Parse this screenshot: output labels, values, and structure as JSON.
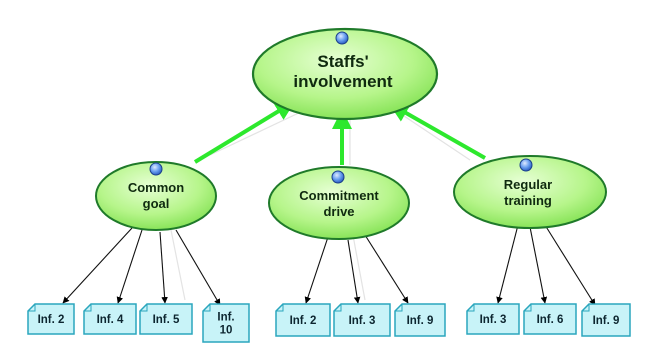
{
  "root": {
    "title_line1": "Staffs'",
    "title_line2": "involvement"
  },
  "factors": [
    {
      "line1": "Common",
      "line2": "goal"
    },
    {
      "line1": "Commitment",
      "line2": "drive"
    },
    {
      "line1": "Regular",
      "line2": "training"
    }
  ],
  "informants": [
    [
      "Inf. 2",
      "Inf. 4",
      "Inf. 5",
      "Inf.|10"
    ],
    [
      "Inf. 2",
      "Inf. 3",
      "Inf. 9"
    ],
    [
      "Inf. 3",
      "Inf. 6",
      "Inf. 9"
    ]
  ],
  "colors": {
    "node_fill": "#a8f07a",
    "node_stroke": "#1f7a2a",
    "arrow": "#2de82d",
    "leaf_fill": "#c8f3f8",
    "leaf_stroke": "#2aa6bd",
    "bulb": "#3f7fe0"
  }
}
